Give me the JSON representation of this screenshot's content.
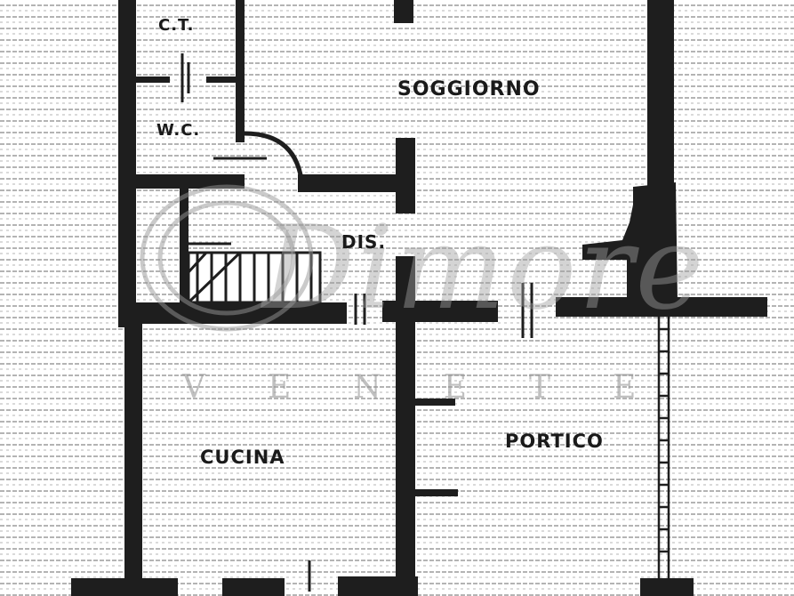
{
  "rooms": {
    "ct": "C.T.",
    "wc": "W.C.",
    "soggiorno": "SOGGIORNO",
    "dis": "DIS.",
    "cucina": "CUCINA",
    "portico": "PORTICO"
  },
  "watermark": {
    "script_text": "Dimore",
    "sub_text": "VENETE"
  },
  "colors": {
    "wall": "#1e1e1e",
    "hatch": "#9a9a9a",
    "background": "#ffffff",
    "watermark": "#a0a0a0"
  }
}
